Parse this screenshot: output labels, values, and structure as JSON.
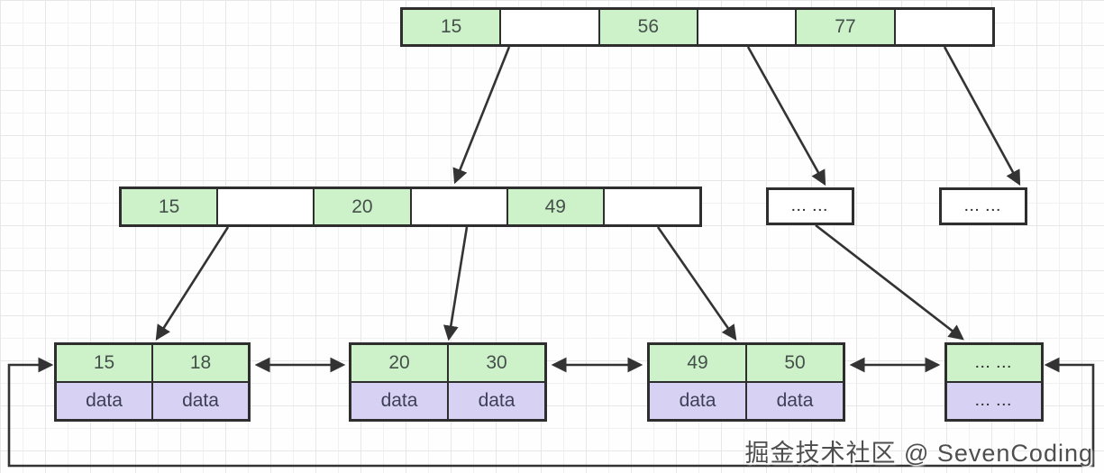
{
  "diagram": {
    "title_hint": "B+ tree index with doubly linked leaf nodes",
    "root_node": {
      "cells": [
        "15",
        "",
        "56",
        "",
        "77",
        ""
      ]
    },
    "internal_node": {
      "cells": [
        "15",
        "",
        "20",
        "",
        "49",
        ""
      ]
    },
    "ellipsis_node_a": {
      "label": "... ..."
    },
    "ellipsis_node_b": {
      "label": "... ..."
    },
    "leaves": [
      {
        "keys": [
          "15",
          "18"
        ],
        "data": [
          "data",
          "data"
        ]
      },
      {
        "keys": [
          "20",
          "30"
        ],
        "data": [
          "data",
          "data"
        ]
      },
      {
        "keys": [
          "49",
          "50"
        ],
        "data": [
          "data",
          "data"
        ]
      },
      {
        "keys": [
          "... ..."
        ],
        "data": [
          "... ..."
        ]
      }
    ]
  },
  "colors": {
    "key_cell_fill": "#cdf2ca",
    "data_cell_fill": "#d7d2f4",
    "empty_cell_fill": "#ffffff",
    "border": "#2e2e2e",
    "arrow": "#333333",
    "grid_line": "#e7e7e7"
  },
  "watermark": {
    "text": "掘金技术社区 @ SevenCoding"
  }
}
